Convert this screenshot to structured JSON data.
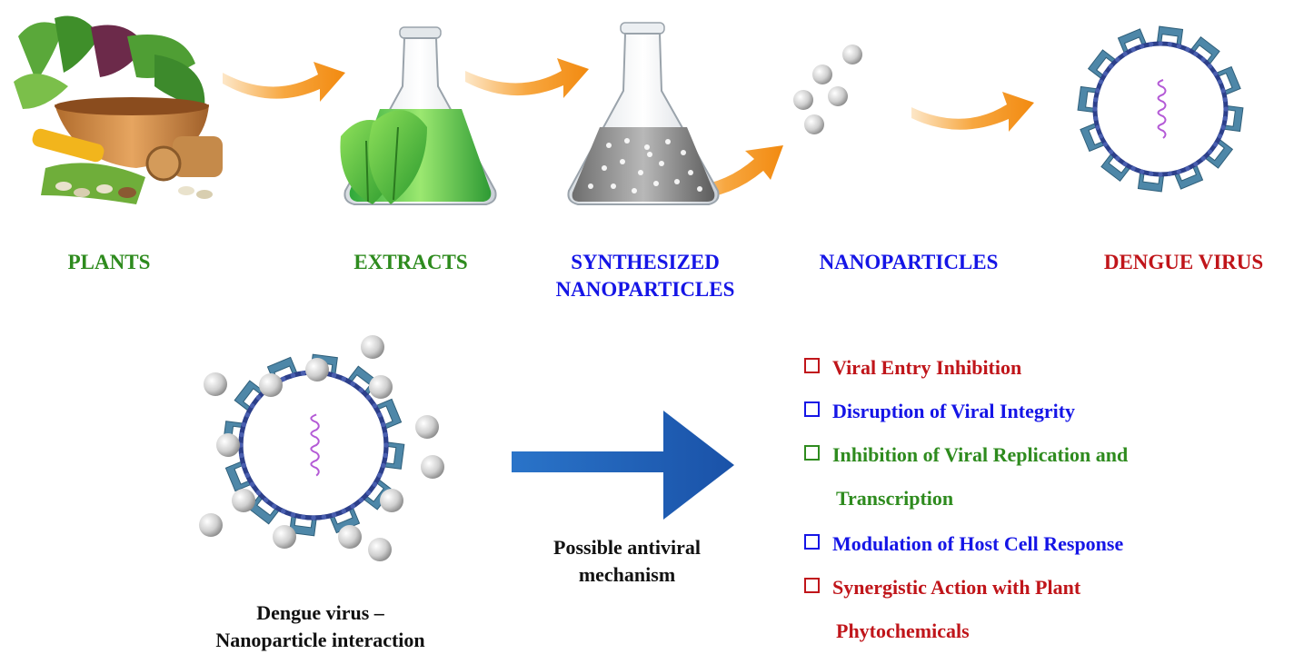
{
  "top_row": {
    "plants_label": "PLANTS",
    "extracts_label": "EXTRACTS",
    "synth_label_line1": "SYNTHESIZED",
    "synth_label_line2": "NANOPARTICLES",
    "nano_label": "NANOPARTICLES",
    "virus_label": "DENGUE VIRUS"
  },
  "bottom_row": {
    "interaction_line1": "Dengue virus –",
    "interaction_line2": "Nanoparticle interaction",
    "arrow_caption_line1": "Possible antiviral",
    "arrow_caption_line2": "mechanism"
  },
  "mechanisms": [
    {
      "text": "Viral Entry Inhibition",
      "color": "#c0151a"
    },
    {
      "text": "Disruption of Viral Integrity",
      "color": "#1515e6"
    },
    {
      "text": "Inhibition of Viral Replication and",
      "cont": "Transcription",
      "color": "#2e8b1e"
    },
    {
      "text": "Modulation of Host Cell Response",
      "color": "#1515e6"
    },
    {
      "text": "Synergistic Action with Plant",
      "cont": "Phytochemicals",
      "color": "#c0151a"
    }
  ],
  "colors": {
    "green_label": "#2e8b1e",
    "blue_label": "#1515e6",
    "red_label": "#c0151a",
    "orange_arrow": "#f39a1e",
    "blue_arrow": "#1f5fb5",
    "virus_shell": "#4e87a8"
  }
}
